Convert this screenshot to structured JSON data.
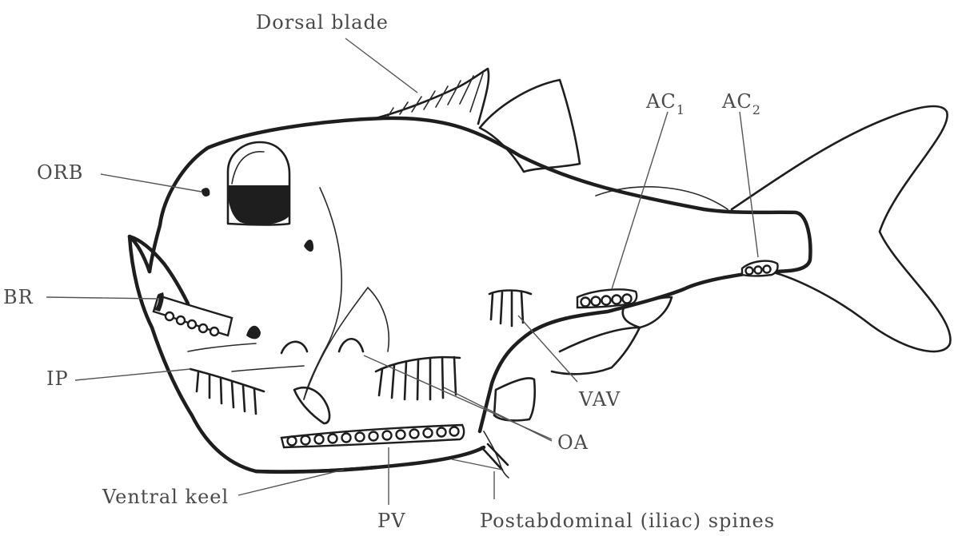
{
  "diagram": {
    "labels": {
      "dorsal_blade": "Dorsal blade",
      "ac1": "AC",
      "ac1_sub": "1",
      "ac2": "AC",
      "ac2_sub": "2",
      "orb": "ORB",
      "br": "BR",
      "ip": "IP",
      "vav": "VAV",
      "oa": "OA",
      "ventral_keel": "Ventral keel",
      "pv": "PV",
      "postabdominal_spines": "Postabdominal (iliac) spines"
    },
    "colors": {
      "ink": "#1e1e1e",
      "label_text": "#4a4a4a",
      "background": "#ffffff"
    }
  }
}
